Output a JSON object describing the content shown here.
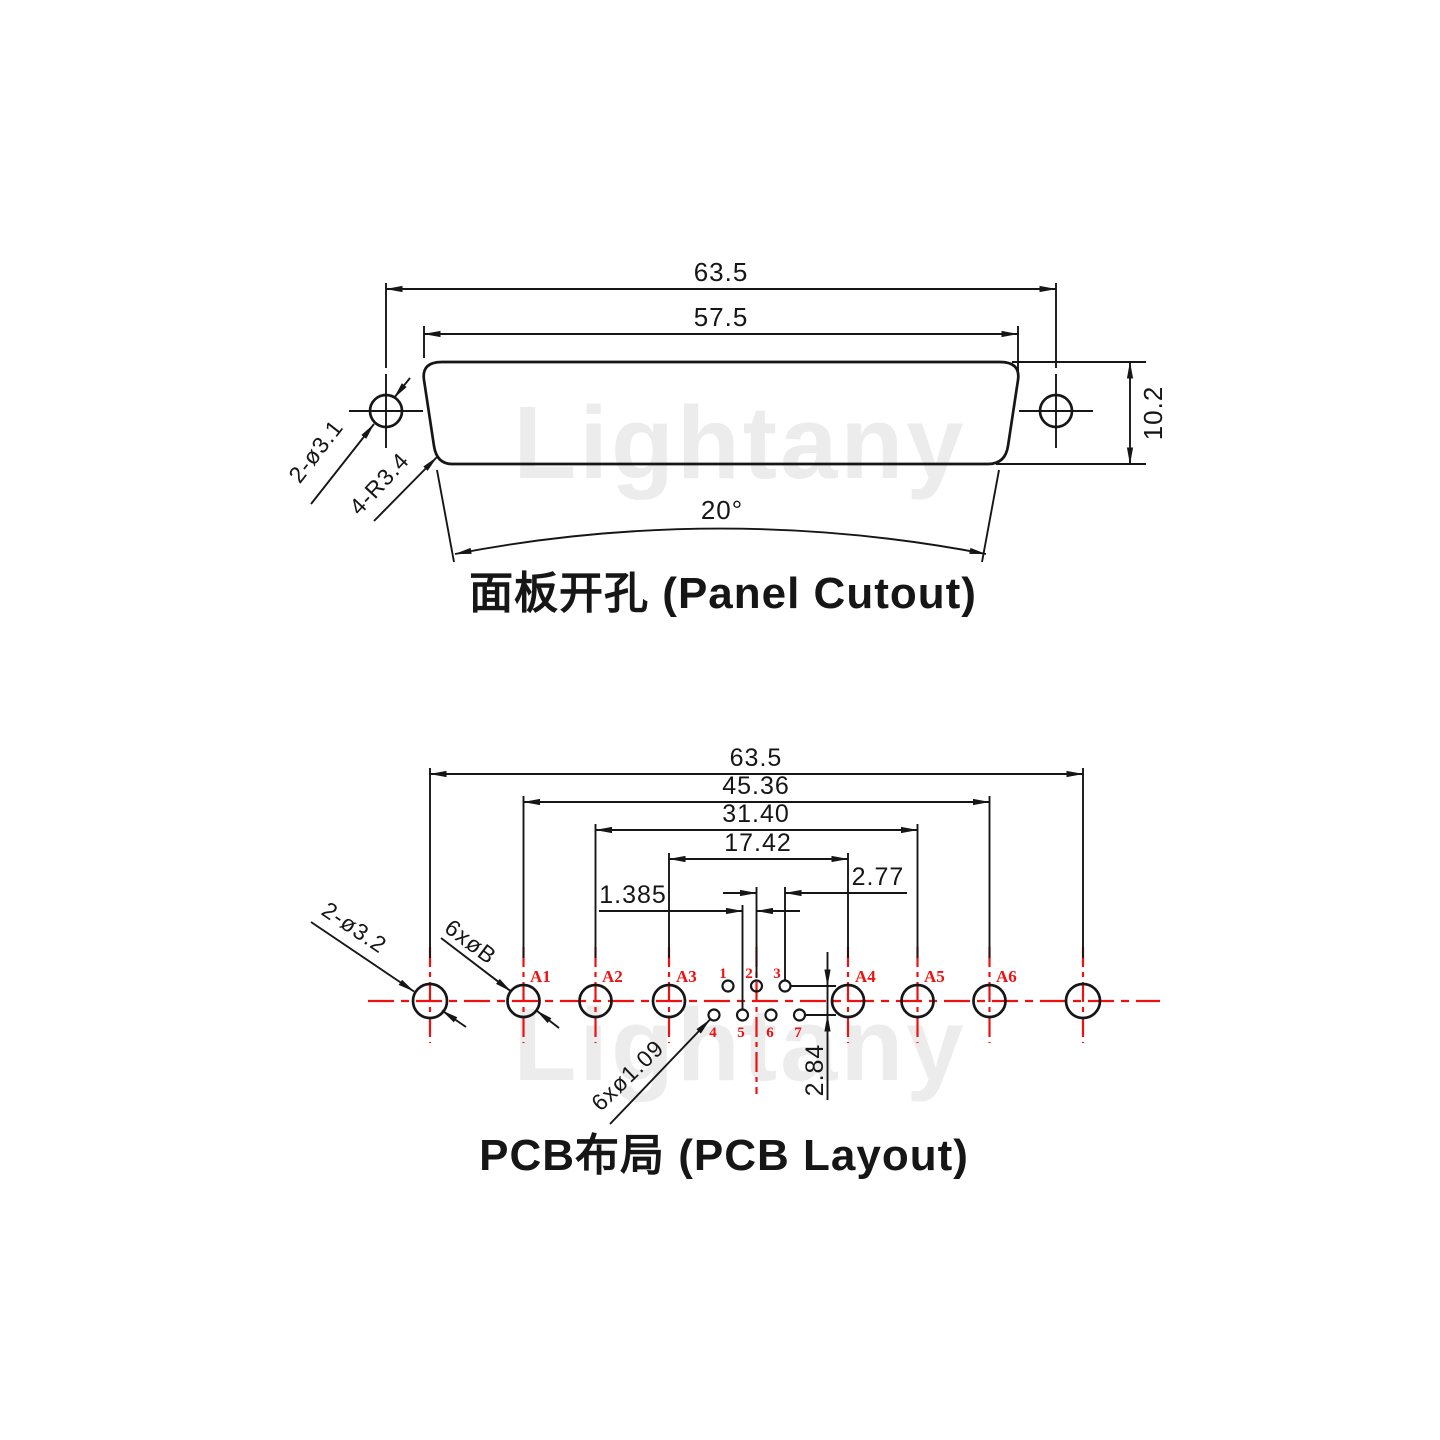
{
  "watermark": "Lightany",
  "colors": {
    "ink": "#161616",
    "accent_red": "#ee1111",
    "watermark_gray": "#ececec"
  },
  "panel_cutout": {
    "title": "面板开孔 (Panel Cutout)",
    "dim_width_outer": "63.5",
    "dim_width_inner": "57.5",
    "dim_height": "10.2",
    "dim_angle": "20°",
    "callout_mount_holes": "2-ø3.1",
    "callout_corner_radius": "4-R3.4"
  },
  "pcb_layout": {
    "title": "PCB布局 (PCB Layout)",
    "dim_mount_span": "63.5",
    "dim_a1_a6": "45.36",
    "dim_a2_a5": "31.40",
    "dim_a3_a4": "17.42",
    "dim_pin_pitch": "2.77",
    "dim_half_pitch": "1.385",
    "dim_row_spacing": "2.84",
    "callout_mount_holes": "2-ø3.2",
    "callout_coax_holes": "6xøB",
    "callout_pin_holes": "6xø1.09",
    "hole_labels": [
      "A1",
      "A2",
      "A3",
      "A4",
      "A5",
      "A6"
    ],
    "pin_numbers": [
      "1",
      "2",
      "3",
      "4",
      "5",
      "6",
      "7"
    ]
  }
}
